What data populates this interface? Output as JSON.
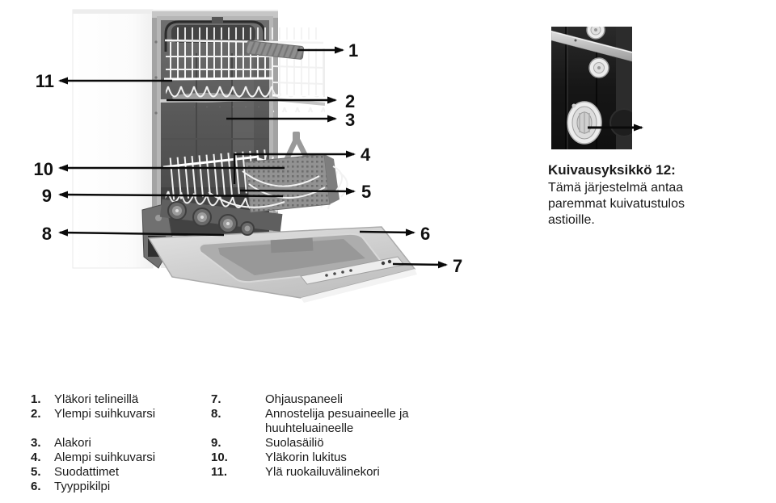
{
  "note": {
    "heading": "Kuivausyksikkö 12:",
    "lines": [
      "Tämä järjestelmä antaa",
      "paremmat kuivatustulos",
      "astioille."
    ]
  },
  "callouts": {
    "n1": "1",
    "n2": "2",
    "n3": "3",
    "n4": "4",
    "n5": "5",
    "n6": "6",
    "n7": "7",
    "n8": "8",
    "n9": "9",
    "n10": "10",
    "n11": "11"
  },
  "legend": {
    "left": [
      {
        "num": "1.",
        "label": "Yläkori telineillä"
      },
      {
        "num": "2.",
        "label": "Ylempi suihkuvarsi"
      },
      {
        "num": "3.",
        "label": "Alakori"
      },
      {
        "num": "4.",
        "label": "Alempi suihkuvarsi"
      },
      {
        "num": "5.",
        "label": "Suodattimet"
      },
      {
        "num": "6.",
        "label": "Tyyppikilpi"
      }
    ],
    "right": [
      {
        "num": "7.",
        "label": "Ohjauspaneeli"
      },
      {
        "num": "8.",
        "label": "Annostelija pesuaineelle ja",
        "label2": "huuhteluaineelle"
      },
      {
        "num": "9.",
        "label": "Suolasäiliö"
      },
      {
        "num": "10.",
        "label": "Yläkorin lukitus"
      },
      {
        "num": "11.",
        "label": "Ylä ruokailuvälinekori"
      }
    ]
  },
  "colors": {
    "leader_line": "#0a0a0a",
    "text": "#1a1a1a",
    "inset_background": "#1b1b1b",
    "machine_interior": "#565656",
    "cabinet": "#ffffff"
  }
}
